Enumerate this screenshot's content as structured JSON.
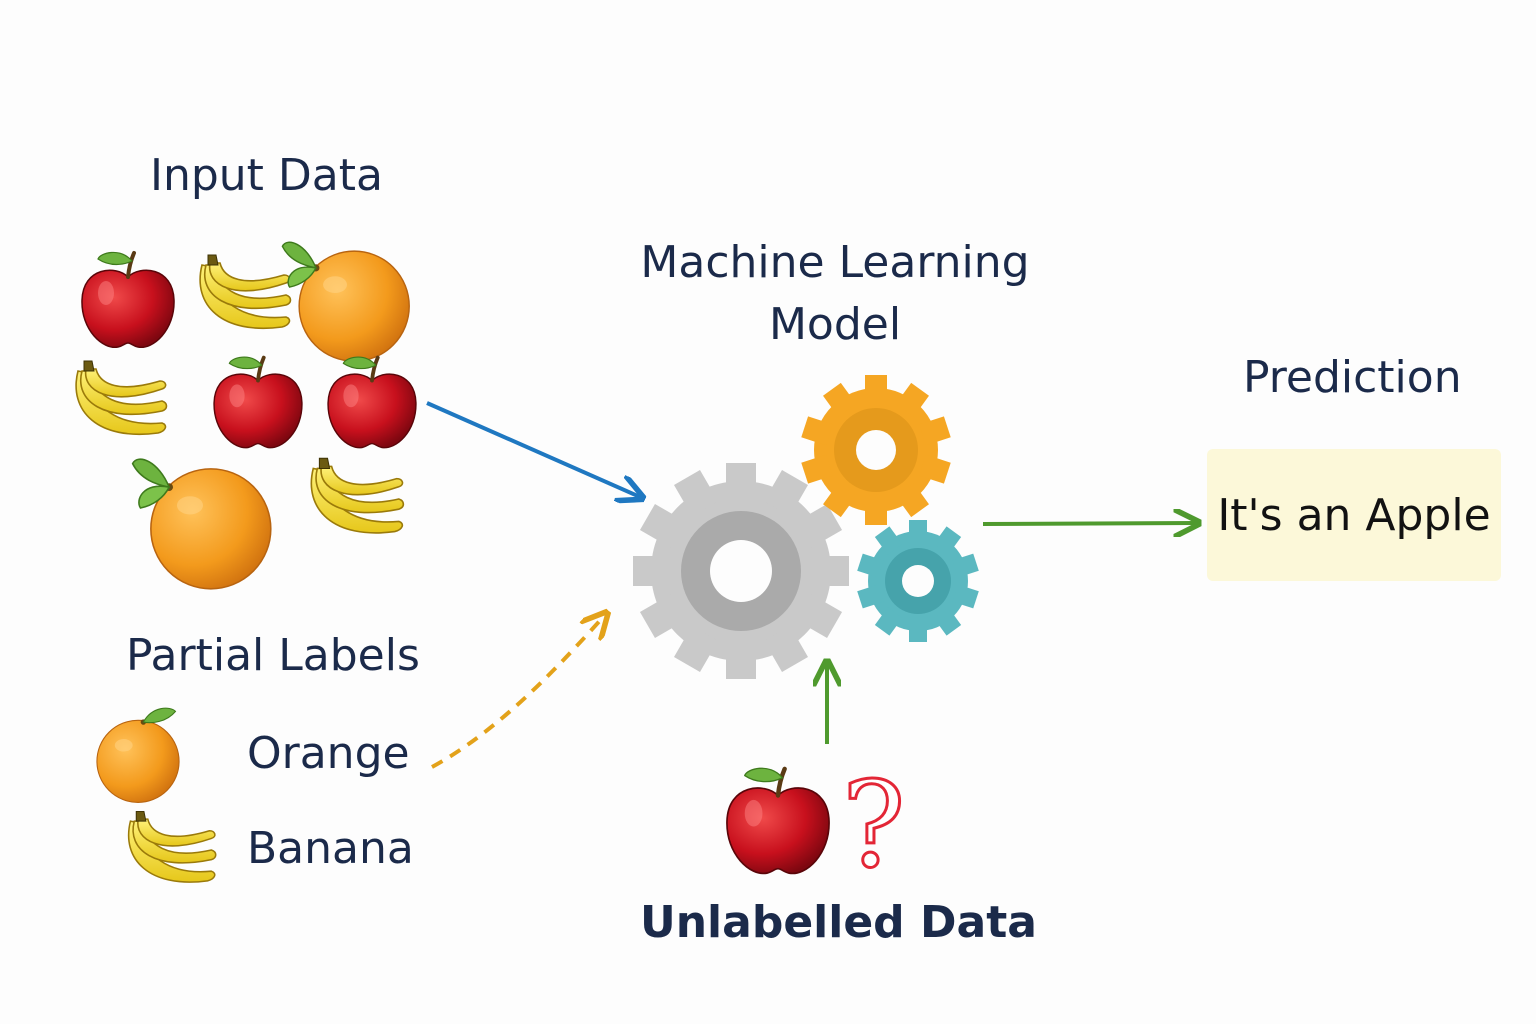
{
  "input": {
    "title": "Input Data"
  },
  "model": {
    "title_line1": "Machine Learning",
    "title_line2": "Model"
  },
  "prediction": {
    "title": "Prediction",
    "result": "It's an Apple",
    "box_color": "#fcf8d9"
  },
  "partial": {
    "title": "Partial Labels",
    "labels": [
      "Orange",
      "Banana"
    ]
  },
  "unlabelled": {
    "title": "Unlabelled Data",
    "question_mark": "?"
  },
  "colors": {
    "text": "#1b2a4a",
    "arrow_blue": "#1f78c1",
    "arrow_green": "#4f9a2e",
    "arrow_dashed": "#e3a21a",
    "gear_gray": "#c9c9c9",
    "gear_orange": "#f5a623",
    "gear_teal": "#5bb8c0",
    "apple": "#c8101d",
    "orange": "#f39a1c",
    "banana": "#f6dd2b",
    "question": "#e32636"
  }
}
